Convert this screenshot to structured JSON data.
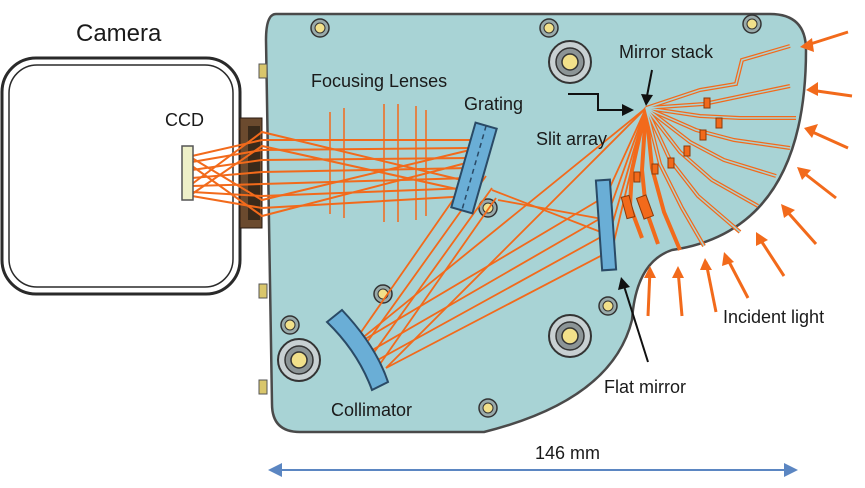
{
  "labels": {
    "camera": "Camera",
    "ccd": "CCD",
    "focusing_lenses": "Focusing Lenses",
    "grating": "Grating",
    "mirror_stack": "Mirror stack",
    "slit_array": "Slit array",
    "collimator": "Collimator",
    "flat_mirror": "Flat mirror",
    "incident_light": "Incident light",
    "dimension": "146 mm"
  },
  "colors": {
    "plate": "#a8d3d5",
    "plate_edge": "#4a4a4a",
    "beam": "#f26a1b",
    "optic": "#6aaed6",
    "optic_edge": "#2a4a66",
    "ccd": "#eef0c8",
    "dimension_arrow": "#5b86c2",
    "screw": "#f2e08a"
  },
  "icons": {
    "screws": "hex-socket-screw-icon",
    "big_screws": "large-bolt-icon"
  }
}
